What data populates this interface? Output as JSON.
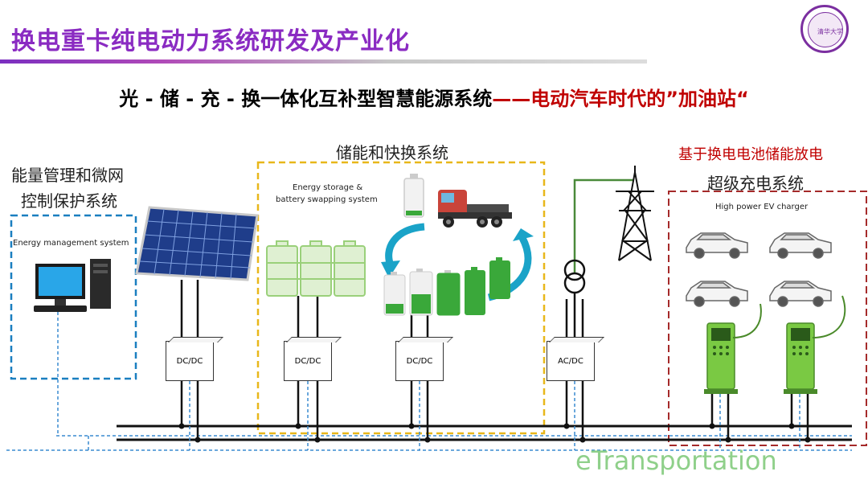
{
  "slide": {
    "title": "换电重卡纯电动力系统研发及产业化",
    "subtitle_part1": "光 - 储 - 充 - 换一体化互补型智慧能源系统",
    "subtitle_part2": "——电动汽车时代的”加油站“",
    "logo_text": "清华大学"
  },
  "sections": {
    "ems": {
      "title_line1": "能量管理和微网",
      "title_line2": "控制保护系统",
      "caption": "Energy management system"
    },
    "storage": {
      "title": "储能和快换系统",
      "caption_line1": "Energy storage &",
      "caption_line2": "battery swapping  system"
    },
    "charger": {
      "title_line1": "基于换电电池储能放电",
      "title_line2": "超级充电系统",
      "caption": "High power EV charger"
    }
  },
  "converters": {
    "pv": "DC/DC",
    "storage": "DC/DC",
    "swap": "DC/DC",
    "grid": "AC/DC"
  },
  "colors": {
    "title": "#8a2bc2",
    "accent_red": "#c00000",
    "ems_box": "#1a7fc0",
    "storage_box": "#e8b71a",
    "charger_box": "#a52a2a",
    "battery_green": "#3aa83a",
    "charger_green": "#7ac943",
    "watermark": "#8fd08a"
  },
  "icons": [
    "solar-panel-icon",
    "computer-icon",
    "truck-icon",
    "pylon-icon",
    "transformer-icon",
    "car-icon",
    "ev-charger-icon",
    "battery-icon",
    "cycle-arrow-icon"
  ],
  "watermark": "eTransportation"
}
